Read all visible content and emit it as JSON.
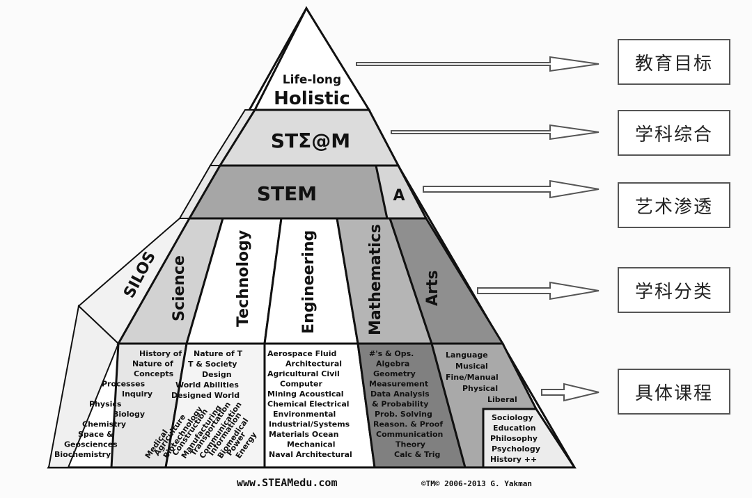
{
  "pyramid": {
    "top_line1": "Life-long",
    "top_line2": "Holistic",
    "steam": "STΣ@M",
    "stem": "STEM",
    "a": "A",
    "silos": "SILOS",
    "disciplines": [
      "Science",
      "Technology",
      "Engineering",
      "Mathematics",
      "Arts"
    ],
    "courses": {
      "science": [
        "History of",
        "Nature of",
        "Concepts",
        "Processes",
        "Inquiry",
        "Physics",
        "Biology",
        "Chemistry",
        "Space &",
        "Geosciences",
        "Biochemistry"
      ],
      "technology_top": [
        "Nature of T",
        "T & Society",
        "Design",
        "World Abilities",
        "Designed World"
      ],
      "technology_diag": [
        "Medical",
        "Agriculture",
        "Biotechnology",
        "Construction",
        "Manufacturing",
        "Transportation",
        "Communication",
        "Information",
        "Biomedical",
        "Power",
        "Energy"
      ],
      "engineering": [
        "Aerospace Fluid",
        "Architectural",
        "Agricultural Civil",
        "Computer",
        "Mining Acoustical",
        "Chemical Electrical",
        "Environmental",
        "Industrial/Systems",
        "Materials Ocean",
        "Mechanical",
        "Naval Architectural"
      ],
      "mathematics": [
        "#'s & Ops.",
        "Algebra",
        "Geometry",
        "Measurement",
        "Data Analysis",
        "& Probability",
        "Prob. Solving",
        "Reason. & Proof",
        "Communication",
        "Theory",
        "Calc & Trig"
      ],
      "arts_top": [
        "Language",
        "Musical",
        "Fine/Manual",
        "Physical",
        "Liberal"
      ],
      "arts_bottom": [
        "Sociology",
        "Education",
        "Philosophy",
        "Psychology",
        "History ++"
      ]
    },
    "footer_url": "www.STEAMedu.com",
    "footer_copyright": "©TM© 2006-2013 G. Yakman"
  },
  "labels": [
    "教育目标",
    "学科综合",
    "艺术渗透",
    "学科分类",
    "具体课程"
  ],
  "colors": {
    "light": "#dcdcdc",
    "mid": "#a6a6a6",
    "dark": "#7d7d7d",
    "line": "#111111"
  }
}
